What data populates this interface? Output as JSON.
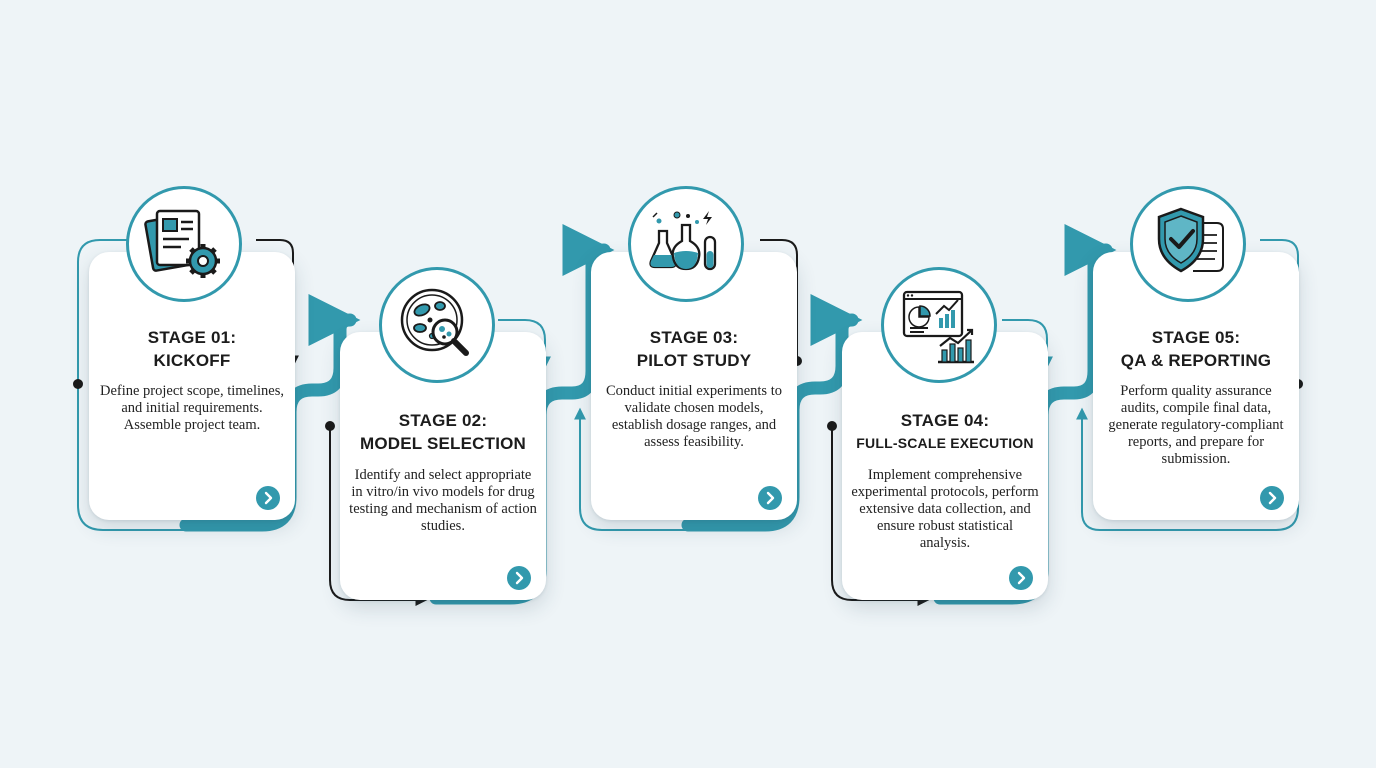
{
  "accent_color": "#3299ad",
  "stages": [
    {
      "title_line1": "STAGE 01:",
      "title_line2": "KICKOFF",
      "description": "Define project scope, timelines, and initial requirements. Assemble project team.",
      "icon": "documents-gear-icon"
    },
    {
      "title_line1": "STAGE 02:",
      "title_line2": "MODEL SELECTION",
      "description": "Identify and select appropriate in vitro/in vivo models for drug testing and mechanism of action studies.",
      "icon": "petri-dish-magnifier-icon"
    },
    {
      "title_line1": "STAGE 03:",
      "title_line2": "PILOT STUDY",
      "description": "Conduct initial experiments to validate chosen models, establish dosage ranges, and assess feasibility.",
      "icon": "lab-flasks-icon"
    },
    {
      "title_line1": "STAGE 04:",
      "title_line2": "FULL-SCALE EXECUTION",
      "description": "Implement comprehensive experimental protocols, perform extensive data collection, and ensure robust statistical analysis.",
      "icon": "analytics-charts-icon"
    },
    {
      "title_line1": "STAGE 05:",
      "title_line2": "QA & REPORTING",
      "description": "Perform quality assurance audits, compile final data, generate regulatory-compliant reports, and prepare for submission.",
      "icon": "shield-check-icon"
    }
  ]
}
